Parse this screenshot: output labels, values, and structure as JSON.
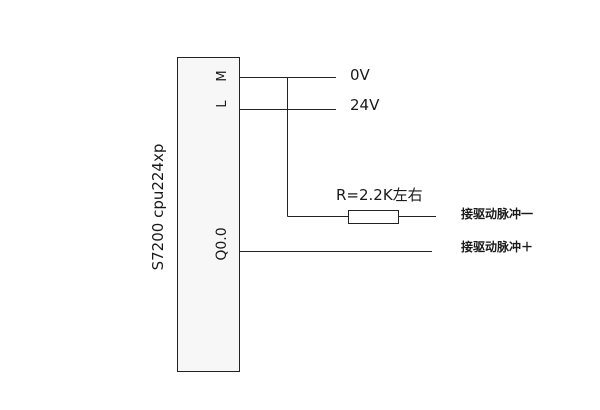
{
  "plc": {
    "model_label": "S7200 cpu224xp",
    "pin_m": "M",
    "pin_l": "L",
    "pin_q00": "Q0.0"
  },
  "rails": {
    "zero_v": "0V",
    "v24": "24V"
  },
  "resistor": {
    "label": "R=2.2K左右"
  },
  "outputs": {
    "pulse_minus": "接驱动脉冲一",
    "pulse_plus": "接驱动脉冲＋"
  },
  "colors": {
    "line": "#222222",
    "background": "#ffffff",
    "box_fill": "#f7f7f7"
  }
}
